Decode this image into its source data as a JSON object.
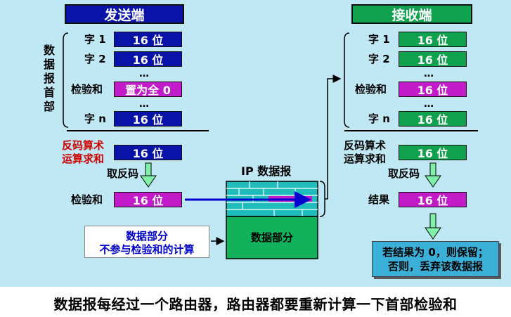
{
  "sender": {
    "title": "发送端",
    "header_label_chars": [
      "数",
      "据",
      "报",
      "首",
      "部"
    ],
    "rows": [
      {
        "label": "字 1",
        "value": "16 位"
      },
      {
        "label": "字 2",
        "value": "16 位"
      },
      {
        "label": "检验和",
        "value": "置为全 0"
      },
      {
        "label": "字 n",
        "value": "16 位"
      }
    ],
    "dots": "…",
    "sum_label_1": "反码算术",
    "sum_label_2": "运算求和",
    "sum_value": "16 位",
    "invert_label": "取反码",
    "checksum_label": "检验和",
    "checksum_value": "16 位",
    "note_1": "数据部分",
    "note_2": "不参与检验和的计算"
  },
  "datagram": {
    "title": "IP 数据报",
    "data_label": "数据部分"
  },
  "receiver": {
    "title": "接收端",
    "rows": [
      {
        "label": "字 1",
        "value": "16 位"
      },
      {
        "label": "字 2",
        "value": "16 位"
      },
      {
        "label": "检验和",
        "value": "16 位"
      },
      {
        "label": "字 n",
        "value": "16 位"
      }
    ],
    "dots": "…",
    "sum_label_1": "反码算术",
    "sum_label_2": "运算求和",
    "sum_value": "16 位",
    "invert_label": "取反码",
    "result_label": "结果",
    "result_value": "16 位",
    "decision_1": "若结果为 0，则保留；",
    "decision_2": "否则，丢弃该数据报"
  },
  "footer": "数据报每经过一个路由器，路由器都要重新计算一下首部检验和",
  "colors": {
    "background": "#bfe8f4",
    "sender": "#0a13a8",
    "checksum": "#c21bc9",
    "receiver": "#0fa14d",
    "datagram_header": "#1fbcbc",
    "datagram_data": "#12b25c",
    "arrow_fill": "#7ff2a8",
    "decision_fill": "#3ab0d8",
    "note_text": "#0000c8"
  }
}
